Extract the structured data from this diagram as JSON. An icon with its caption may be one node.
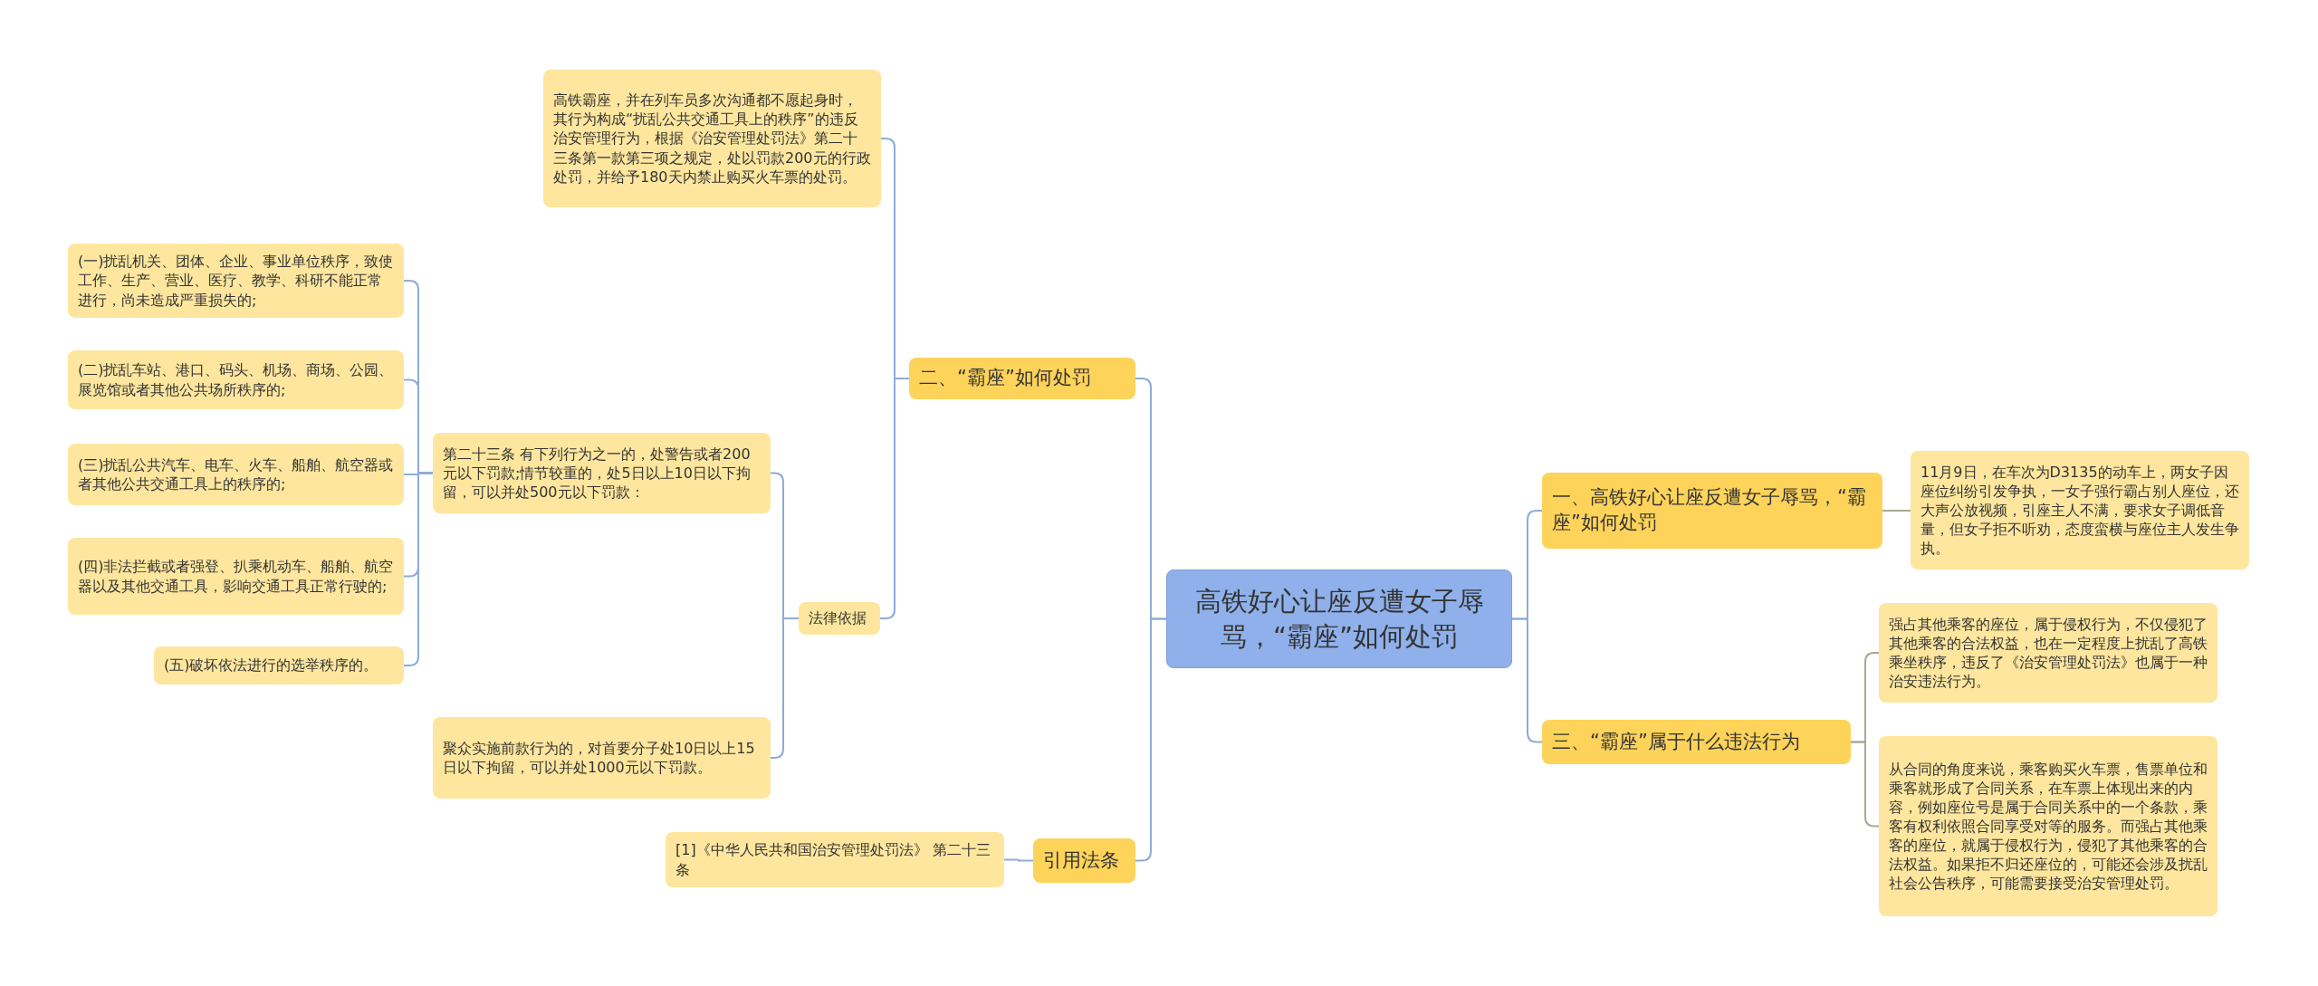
{
  "diagram": {
    "nodes": [
      {
        "text": [
          "高铁好心让座反遭女子辱骂，“霸座”如何处罚"
        ]
      },
      {
        "text": [
          "一、高铁好心让座反遭女子辱骂，“霸座”如何处罚"
        ]
      },
      {
        "text": [
          "11月9日，在车次为D3135的动车上，两女子因座位纠纷引发争执，一女子强行霸占别人座位，还大声公放视频，引座主人不满，要求女子调低音量，但女子拒不听劝，态度蛮横与座位主人发生争执。"
        ]
      },
      {
        "text": [
          "三、“霸座”属于什么违法行为"
        ]
      },
      {
        "text": [
          "强占其他乘客的座位，属于侵权行为，不仅侵犯了其他乘客的合法权益，也在一定程度上扰乱了高铁乘坐秩序，违反了《治安管理处罚法》也属于一种治安违法行为。"
        ]
      },
      {
        "text": [
          "从合同的角度来说，乘客购买火车票，售票单位和乘客就形成了合同关系，在车票上体现出来的内容，例如座位号是属于合同关系中的一个条款，乘客有权利依照合同享受对等的服务。而强占其他乘客的座位，就属于侵权行为，侵犯了其他乘客的合法权益。如果拒不归还座位的，可能还会涉及扰乱社会公告秩序，可能需要接受治安管理处罚。"
        ]
      },
      {
        "text": [
          "二、“霸座”如何处罚"
        ]
      },
      {
        "text": [
          "高铁霸座，并在列车员多次沟通都不愿起身时，其行为构成“扰乱公共交通工具上的秩序”的违反治安管理行为，根据《治安管理处罚法》第二十三条第一款第三项之规定，处以罚款200元的行政处罚，并给予180天内禁止购买火车票的处罚。"
        ]
      },
      {
        "text": [
          "法律依据"
        ]
      },
      {
        "text": [
          "第二十三条 有下列行为之一的，处警告或者200元以下罚款;情节较重的，处5日以上10日以下拘留，可以并处500元以下罚款："
        ]
      },
      {
        "text": [
          "(一)扰乱机关、团体、企业、事业单位秩序，致使工作、生产、营业、医疗、教学、科研不能正常进行，尚未造成严重损失的;"
        ]
      },
      {
        "text": [
          "(二)扰乱车站、港口、码头、机场、商场、公园、展览馆或者其他公共场所秩序的;"
        ]
      },
      {
        "text": [
          "(三)扰乱公共汽车、电车、火车、船舶、航空器或者其他公共交通工具上的秩序的;"
        ]
      },
      {
        "text": [
          "(四)非法拦截或者强登、扒乘机动车、船舶、航空器以及其他交通工具，影响交通工具正常行驶的;"
        ]
      },
      {
        "text": [
          "(五)破坏依法进行的选举秩序的。"
        ]
      },
      {
        "text": [
          "聚众实施前款行为的，对首要分子处10日以上15日以下拘留，可以并处1000元以下罚款。"
        ]
      },
      {
        "text": [
          "引用法条"
        ]
      },
      {
        "text": [
          "[1]《中华人民共和国治安管理处罚法》 第二十三条"
        ]
      }
    ],
    "edges": [
      {
        "from": 0,
        "to": 1,
        "arrow": "none"
      },
      {
        "from": 1,
        "to": 2,
        "arrow": "none",
        "color": "#a9a990"
      },
      {
        "from": 0,
        "to": 3,
        "arrow": "none"
      },
      {
        "from": 3,
        "to": 4,
        "arrow": "none",
        "color": "#a9a990"
      },
      {
        "from": 3,
        "to": 5,
        "arrow": "none",
        "color": "#a9a990"
      },
      {
        "from": 0,
        "to": 6,
        "arrow": "none"
      },
      {
        "from": 6,
        "to": 7,
        "arrow": "none"
      },
      {
        "from": 6,
        "to": 8,
        "arrow": "none"
      },
      {
        "from": 8,
        "to": 9,
        "arrow": "none"
      },
      {
        "from": 9,
        "to": 10,
        "arrow": "none"
      },
      {
        "from": 9,
        "to": 11,
        "arrow": "none"
      },
      {
        "from": 9,
        "to": 12,
        "arrow": "none"
      },
      {
        "from": 9,
        "to": 13,
        "arrow": "none"
      },
      {
        "from": 9,
        "to": 14,
        "arrow": "none"
      },
      {
        "from": 8,
        "to": 15,
        "arrow": "none"
      },
      {
        "from": 0,
        "to": 16,
        "arrow": "none"
      },
      {
        "from": 16,
        "to": 17,
        "arrow": "none"
      }
    ]
  }
}
